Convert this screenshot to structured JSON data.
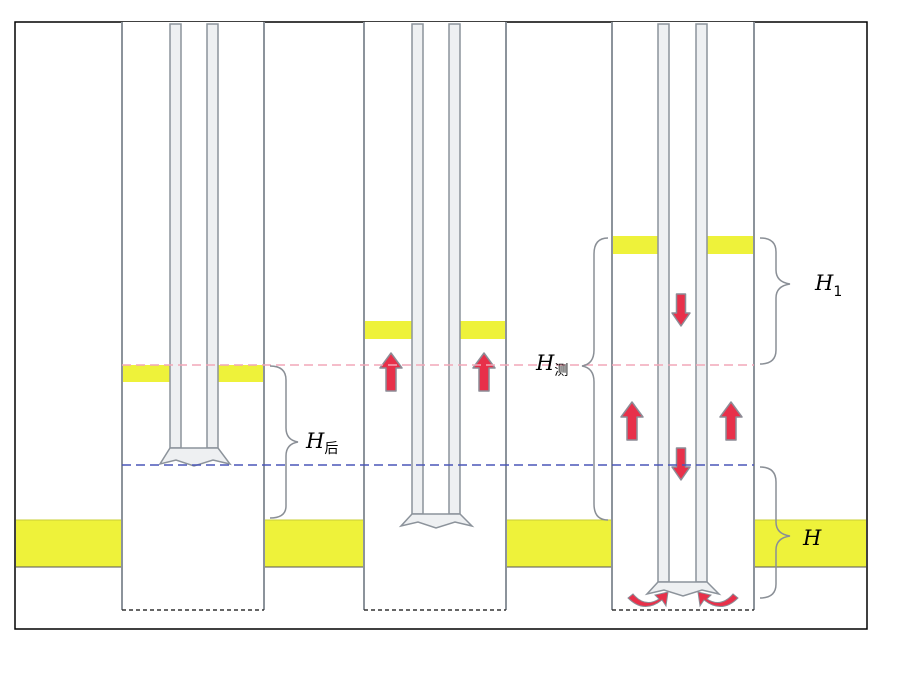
{
  "labels": {
    "h_after": {
      "main": "H",
      "sub": "后"
    },
    "h_measured": {
      "main": "H",
      "sub": "测"
    },
    "h_one": {
      "main": "H",
      "sub": "1"
    },
    "h_base": {
      "main": "H",
      "sub": ""
    }
  },
  "colors": {
    "wall": "#8c939b",
    "tube_fill": "#eef0f2",
    "yellow": "#eef23a",
    "pink_dash": "#f2a7b8",
    "blue_dash": "#4a56b8",
    "arrow": "#e8304a",
    "arrow_edge": "#8c8c96",
    "brace": "#8a8f96",
    "frame": "#000000"
  },
  "icons": [
    "arrow-up-icon",
    "arrow-down-icon",
    "curved-arrow-icon"
  ]
}
